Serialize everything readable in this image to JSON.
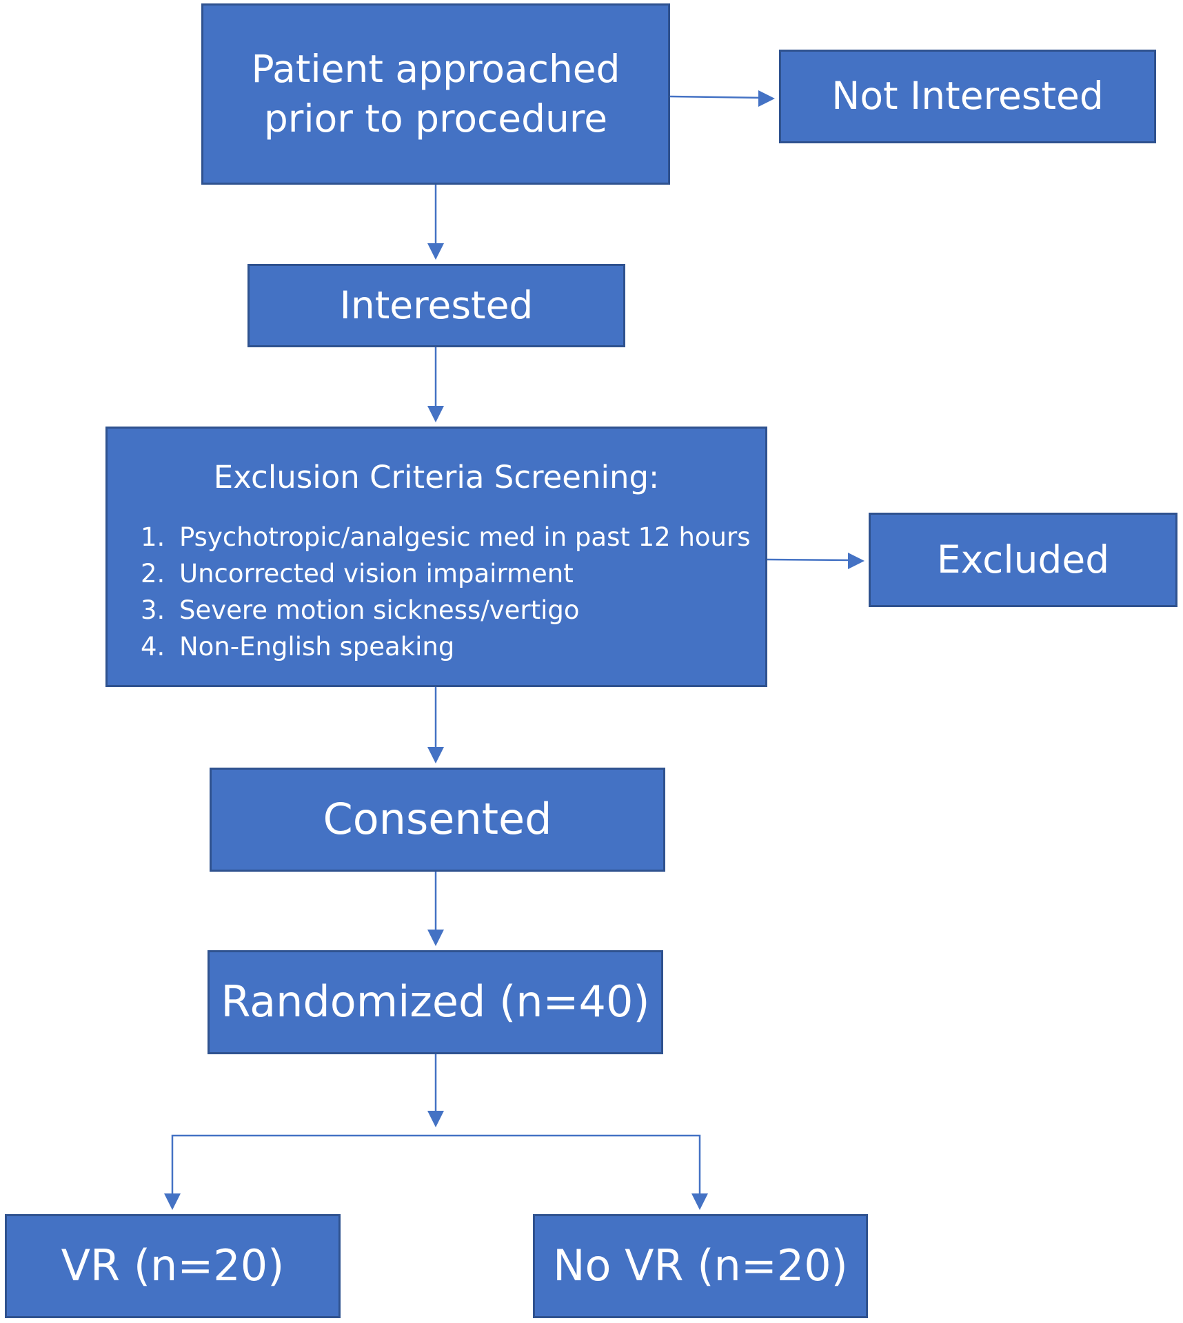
{
  "flow": {
    "approached": "Patient approached prior to procedure",
    "not_interested": "Not Interested",
    "interested": "Interested",
    "exclusion": {
      "title": "Exclusion Criteria Screening:",
      "criteria": [
        {
          "num": "1.",
          "text": "Psychotropic/analgesic med in past 12 hours"
        },
        {
          "num": "2.",
          "text": "Uncorrected vision impairment"
        },
        {
          "num": "3.",
          "text": "Severe motion sickness/vertigo"
        },
        {
          "num": "4.",
          "text": "Non-English speaking"
        }
      ]
    },
    "excluded": "Excluded",
    "consented": "Consented",
    "randomized": "Randomized (n=40)",
    "vr": "VR (n=20)",
    "no_vr": "No VR (n=20)"
  },
  "colors": {
    "box_fill": "#4472c4",
    "box_border": "#2f528f",
    "arrow": "#4472c4",
    "text": "#ffffff"
  }
}
